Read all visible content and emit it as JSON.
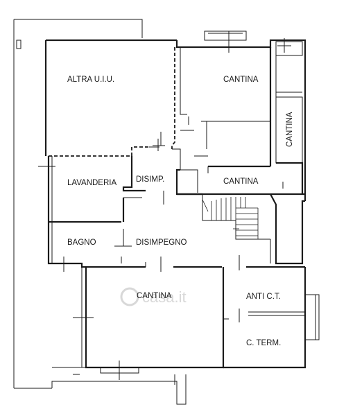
{
  "rooms": {
    "altra_uiu": "ALTRA U.I.U.",
    "cantina_top": "CANTINA",
    "cantina_side": "CANTINA",
    "lavanderia": "LAVANDERIA",
    "disimp": "DISIMP.",
    "cantina_mid": "CANTINA",
    "bagno": "BAGNO",
    "disimpegno": "DISIMPEGNO",
    "cantina_main": "CANTINA",
    "anti_ct": "ANTI C.T.",
    "c_term": "C. TERM."
  },
  "watermark": {
    "text": "casa.it"
  }
}
